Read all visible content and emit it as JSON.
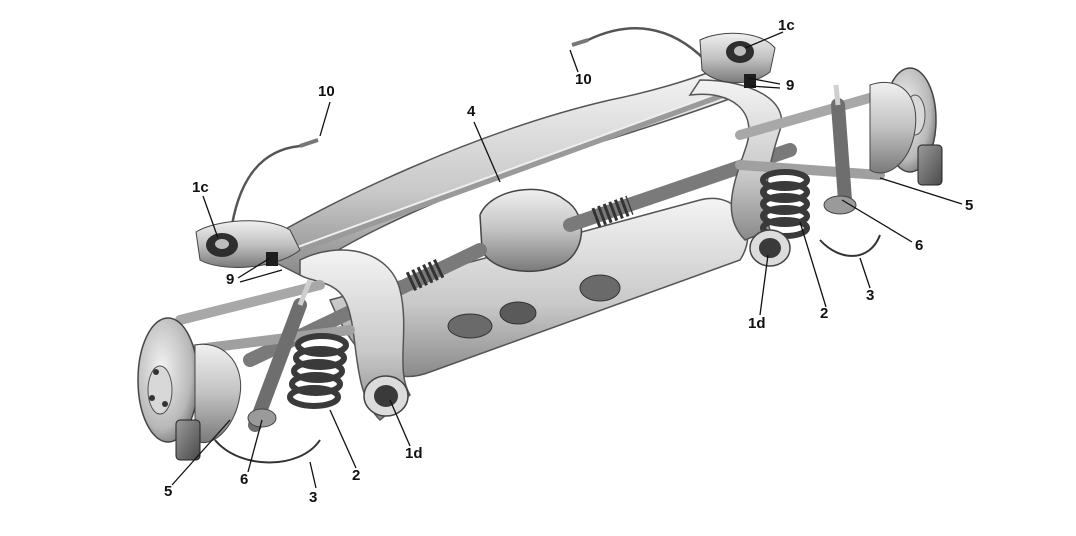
{
  "callouts": [
    {
      "id": "c-1c-left",
      "text": "1c"
    },
    {
      "id": "c-1c-right",
      "text": "1c"
    },
    {
      "id": "c-10-left",
      "text": "10"
    },
    {
      "id": "c-10-right",
      "text": "10"
    },
    {
      "id": "c-9-left",
      "text": "9"
    },
    {
      "id": "c-9-right",
      "text": "9"
    },
    {
      "id": "c-4",
      "text": "4"
    },
    {
      "id": "c-5-left",
      "text": "5"
    },
    {
      "id": "c-5-right",
      "text": "5"
    },
    {
      "id": "c-6-left",
      "text": "6"
    },
    {
      "id": "c-6-right",
      "text": "6"
    },
    {
      "id": "c-2-left",
      "text": "2"
    },
    {
      "id": "c-2-right",
      "text": "2"
    },
    {
      "id": "c-3-left",
      "text": "3"
    },
    {
      "id": "c-3-right",
      "text": "3"
    },
    {
      "id": "c-1d-left",
      "text": "1d"
    },
    {
      "id": "c-1d-right",
      "text": "1d"
    }
  ],
  "colors": {
    "metal_light": "#e4e4e4",
    "metal_mid": "#b4b4b4",
    "metal_dark": "#6e6e6e",
    "bushing": "#3a3a3a",
    "label": "#111111"
  }
}
